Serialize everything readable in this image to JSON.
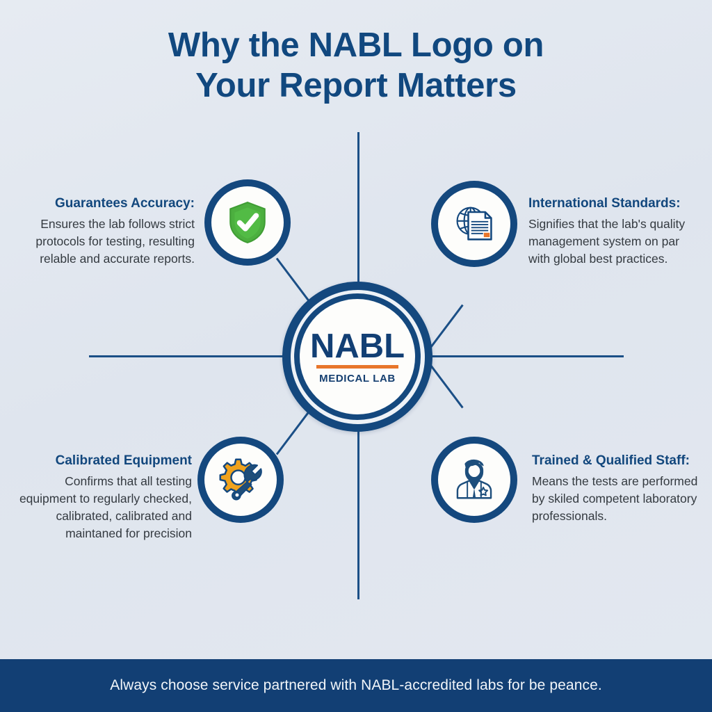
{
  "title": {
    "line1": "Why the NABL Logo on",
    "line2": "Your Report Matters"
  },
  "center": {
    "brand": "NABL",
    "subtitle": "MEDICAL LAB",
    "accent_color": "#e8762b",
    "ring_color": "#14487e"
  },
  "colors": {
    "background": "#e2e8f0",
    "primary_blue": "#14487e",
    "title_blue": "#11487f",
    "orange": "#e8762b",
    "green": "#4caf3f",
    "body_text": "#343a40",
    "footer_bg": "#123f74"
  },
  "benefits": [
    {
      "id": "guarantees-accuracy",
      "heading": "Guarantees Accuracy:",
      "body": "Ensures the lab follows strict protocols for testing, resulting relable and accurate reports.",
      "icon": "shield-check-icon",
      "icon_color": "#4caf3f"
    },
    {
      "id": "international-standards",
      "heading": "International Standards:",
      "body": "Signifies that the lab's quality  management system on par with global best practices.",
      "icon": "globe-document-icon",
      "icon_color": "#14487e"
    },
    {
      "id": "calibrated-equipment",
      "heading": "Calibrated Equipment",
      "body": "Confirms that all testing equipment to regularly checked, calibrated, calibrated and maintaned for precision",
      "icon": "gear-wrench-icon",
      "icon_color": "#f0a21c"
    },
    {
      "id": "trained-qualified-staff",
      "heading": "Trained & Qualified Staff:",
      "body": "Means the tests are performed by skiled competent laboratory professionals.",
      "icon": "lab-professional-icon",
      "icon_color": "#14487e"
    }
  ],
  "footer": {
    "text": "Always choose service partnered with NABL-accredited labs for be peance."
  }
}
